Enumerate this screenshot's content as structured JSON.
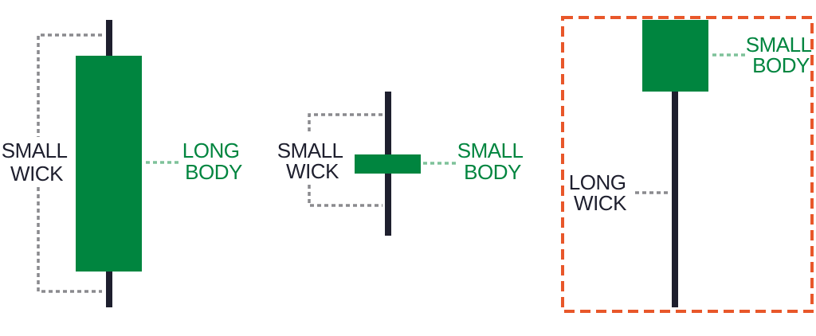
{
  "colors": {
    "wick": "#1e1f2e",
    "body": "#00853f",
    "connector_gray": "#8a8a8e",
    "connector_green": "#7ec29a",
    "label_dark": "#1e1f2e",
    "label_green": "#00853f",
    "highlight_border": "#e8572a",
    "background": "#ffffff"
  },
  "candles": [
    {
      "name": "long-body-candle",
      "wick_label": [
        "SMALL",
        "WICK"
      ],
      "body_label": [
        "LONG",
        "BODY"
      ]
    },
    {
      "name": "small-body-small-wick-candle",
      "wick_label": [
        "SMALL",
        "WICK"
      ],
      "body_label": [
        "SMALL",
        "BODY"
      ]
    },
    {
      "name": "long-wick-candle",
      "wick_label": [
        "LONG",
        "WICK"
      ],
      "body_label": [
        "SMALL",
        "BODY"
      ],
      "highlighted": true
    }
  ]
}
